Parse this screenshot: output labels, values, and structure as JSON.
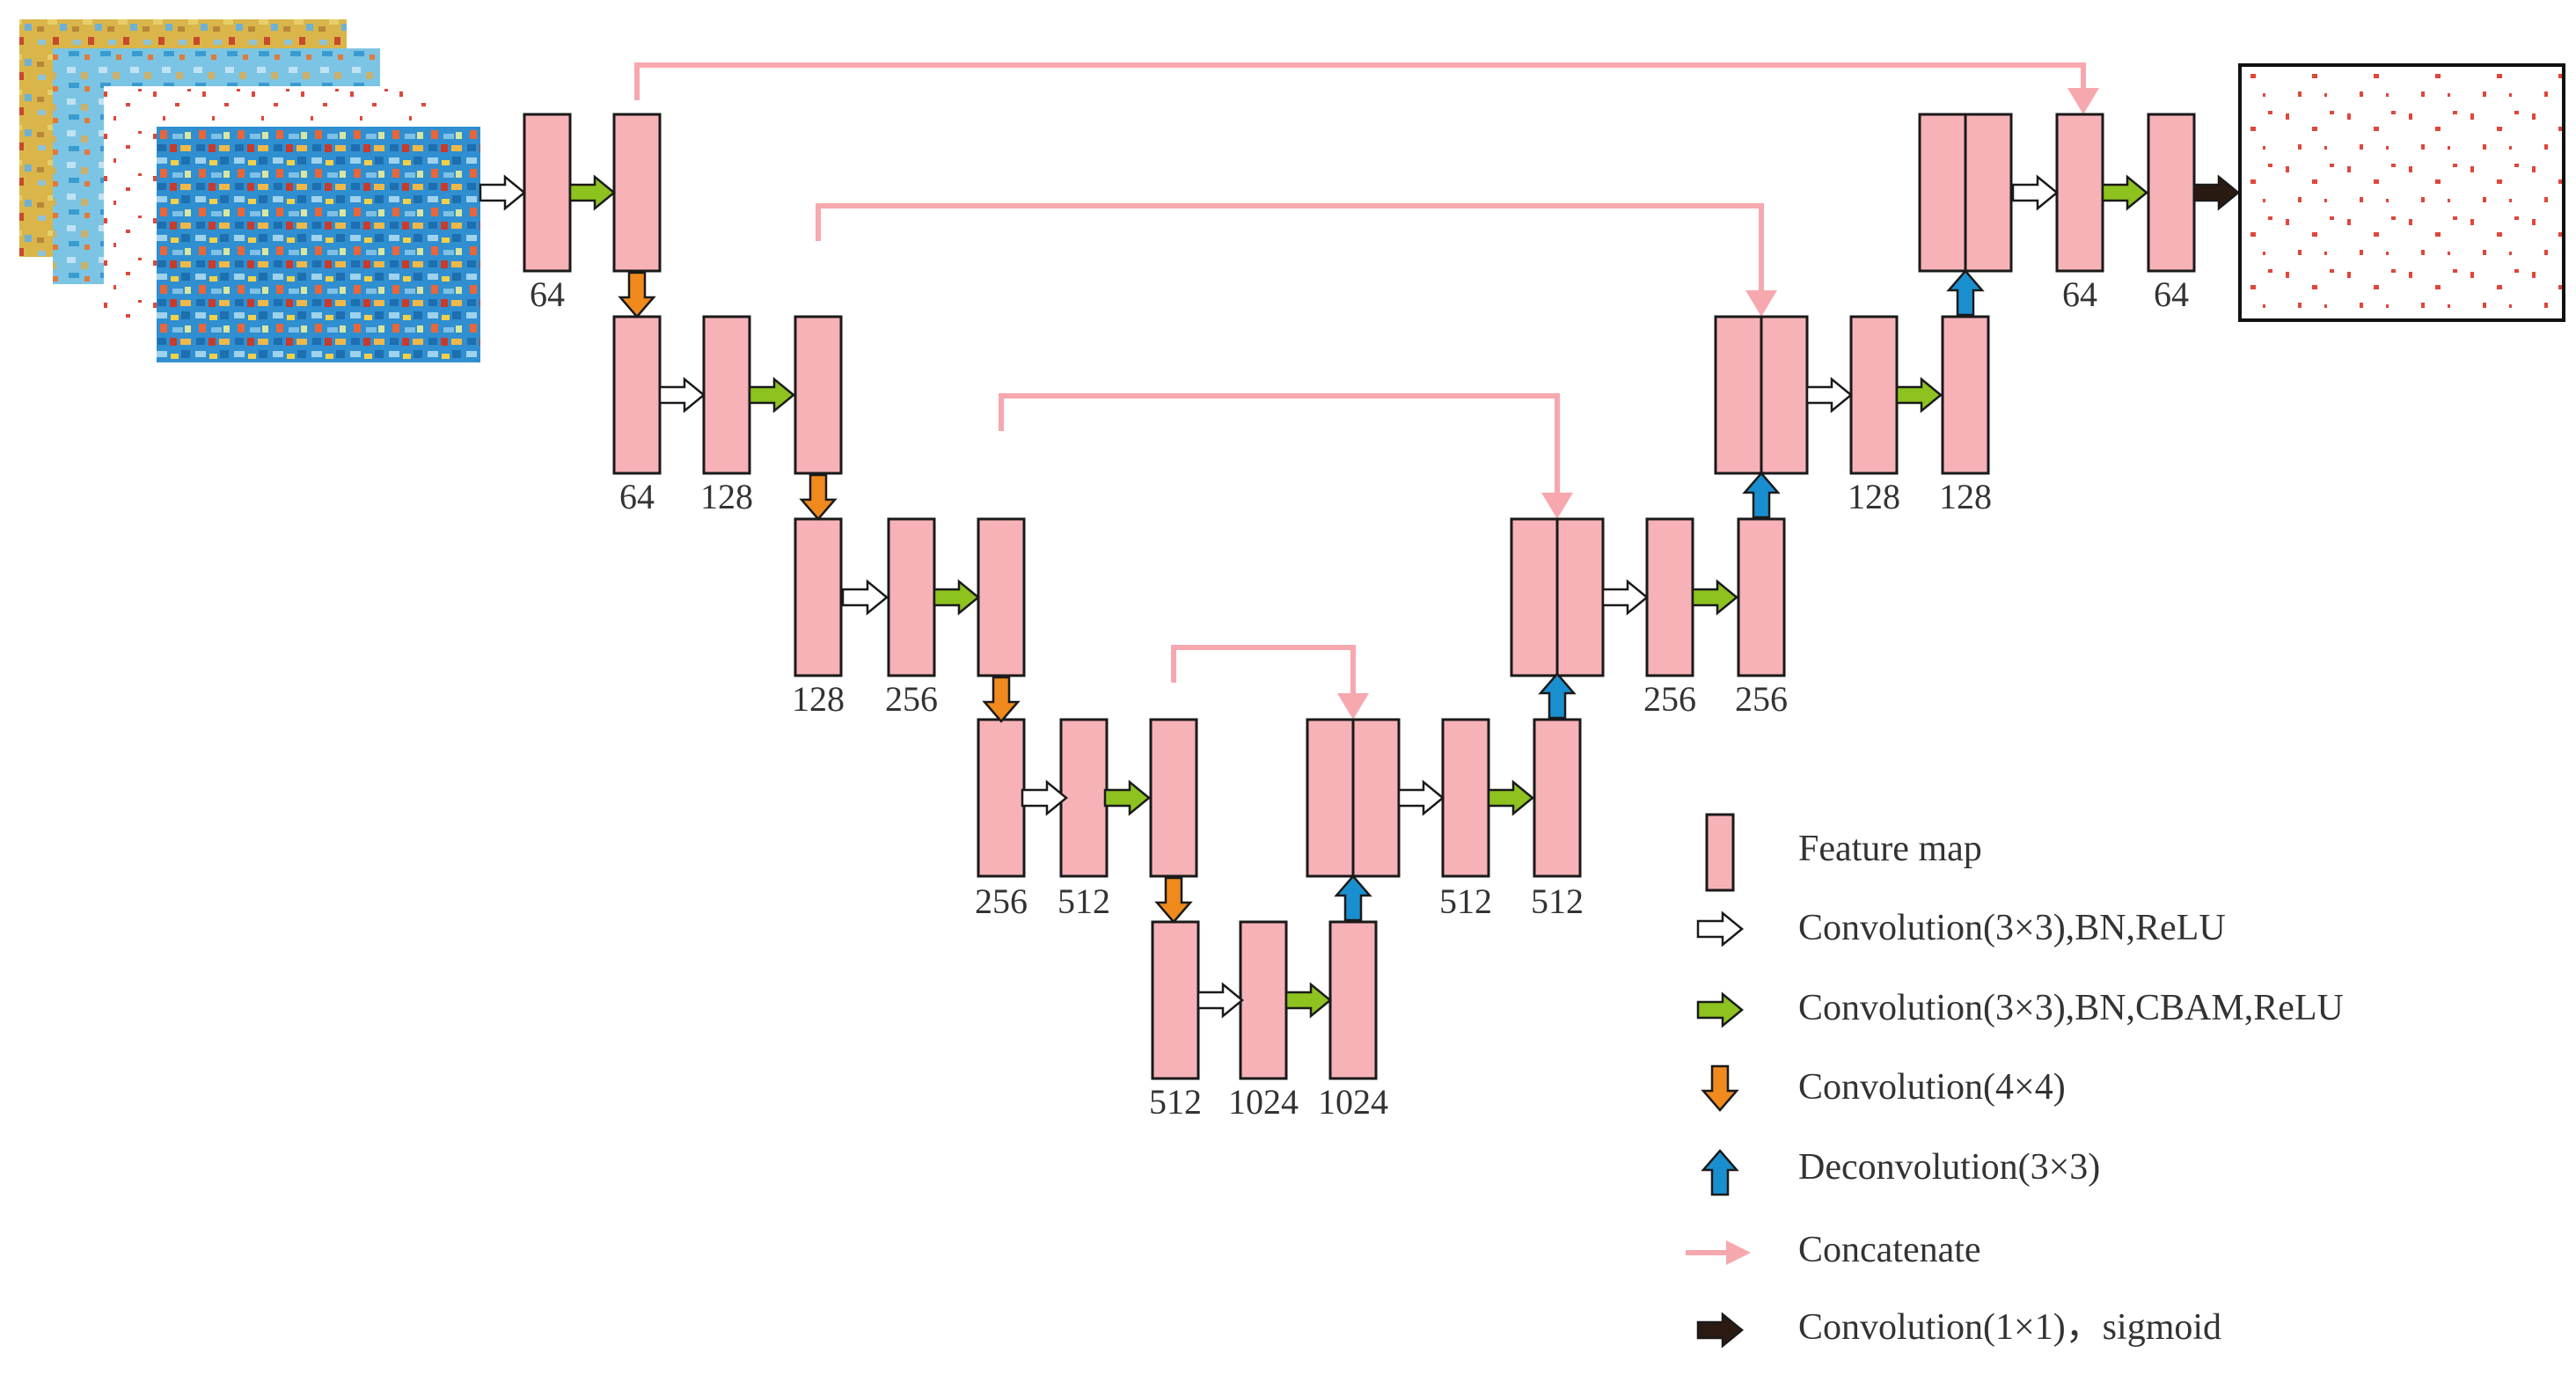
{
  "colors": {
    "feature_map_fill": "#f7b2b7",
    "feature_map_stroke": "#1a1a1a",
    "conv_bn_relu_arrow": "#ffffff",
    "conv_bn_cbam_relu_arrow": "#8dc21f",
    "downsample_arrow": "#f08a1d",
    "deconv_arrow": "#1a8fd0",
    "concatenate_arrow": "#f7a8ae",
    "output_arrow": "#2b1a12"
  },
  "encoder": {
    "level1": [
      "64"
    ],
    "level2": [
      "64",
      "128"
    ],
    "level3": [
      "128",
      "256"
    ],
    "level4": [
      "256",
      "512"
    ],
    "bottleneck": [
      "512",
      "1024",
      "1024"
    ]
  },
  "decoder": {
    "level4": [
      "512",
      "512"
    ],
    "level3": [
      "256",
      "256"
    ],
    "level2": [
      "128",
      "128"
    ],
    "level1": [
      "64",
      "64"
    ]
  },
  "legend": {
    "feature_map": "Feature map",
    "conv_bn_relu": "Convolution(3×3),BN,ReLU",
    "conv_bn_cbam_relu": "Convolution(3×3),BN,CBAM,ReLU",
    "conv4x4": "Convolution(4×4)",
    "deconv": "Deconvolution(3×3)",
    "concatenate": "Concatenate",
    "conv1x1_sigmoid": "Convolution(1×1)，sigmoid"
  }
}
